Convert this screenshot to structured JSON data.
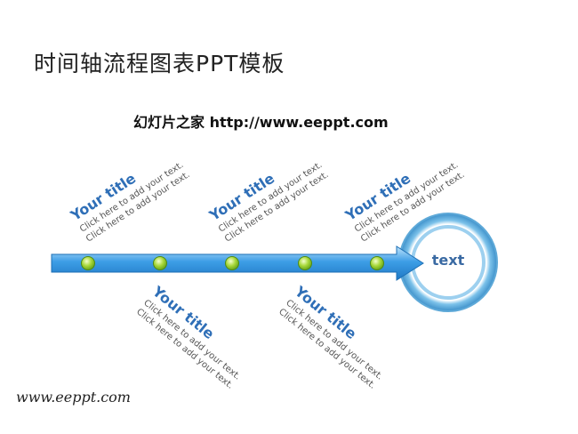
{
  "header": {
    "title": "时间轴流程图表PPT模板",
    "subtitle": "幻灯片之家 http://www.eeppt.com"
  },
  "footer": {
    "text": "www.eeppt.com"
  },
  "timeline": {
    "end_label": "text",
    "labels": [
      {
        "title": "Your title",
        "line1": "Click here to add your text.",
        "line2": "Click here to add your text."
      },
      {
        "title": "Your title",
        "line1": "Click here to add your text.",
        "line2": "Click here to add your text."
      },
      {
        "title": "Your title",
        "line1": "Click here to add your text.",
        "line2": "Click here to add your text."
      },
      {
        "title": "Your title",
        "line1": "Click here to add your text.",
        "line2": "Click here to add your text."
      },
      {
        "title": "Your title",
        "line1": "Click here to add your text.",
        "line2": "Click here to add your text."
      }
    ]
  },
  "colors": {
    "arrow_blue": "#2f8fd8",
    "title_blue": "#2f6fb7",
    "dot_green": "#9fd23a",
    "ring_blue": "#6ab3df"
  }
}
